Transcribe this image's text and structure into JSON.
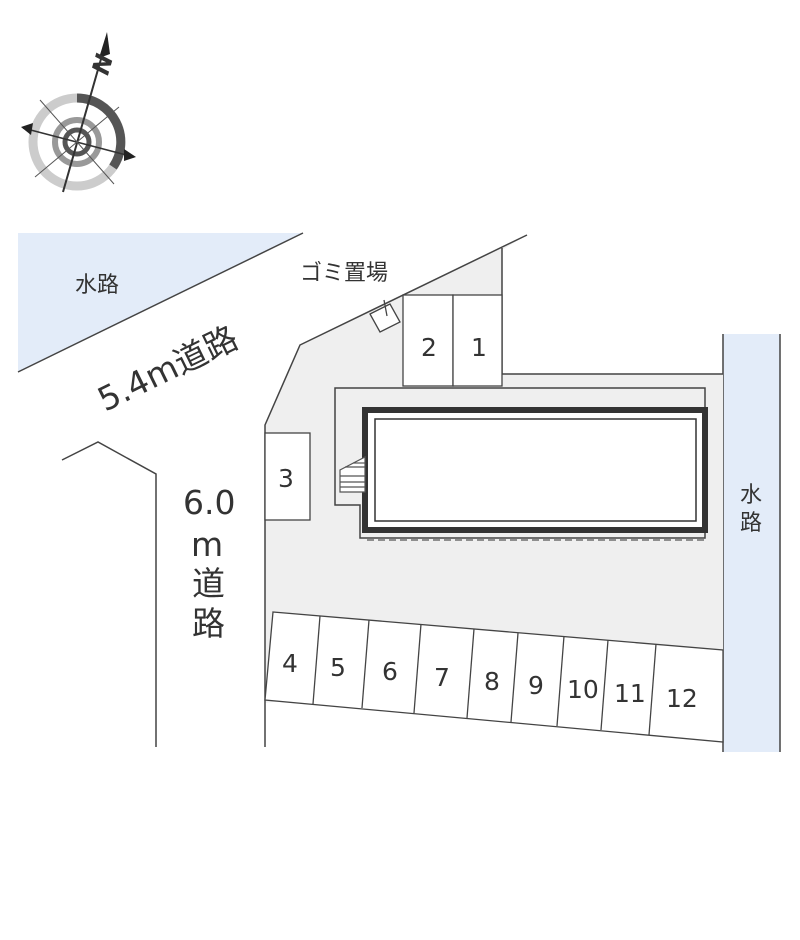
{
  "map": {
    "north_label": "N",
    "labels": {
      "water_left": "水路",
      "water_right_line1": "水",
      "water_right_line2": "路",
      "road_diagonal": "5.4m道路",
      "road_vertical_line1": "6.0",
      "road_vertical_line2": "m",
      "road_vertical_line3": "道",
      "road_vertical_line4": "路",
      "garbage": "ゴミ置場"
    },
    "lots": [
      "1",
      "2",
      "3",
      "4",
      "5",
      "6",
      "7",
      "8",
      "9",
      "10",
      "11",
      "12"
    ],
    "colors": {
      "water": "#e3ecf9",
      "lot_area": "#efefef",
      "line": "#444444",
      "building_outline": "#333333"
    }
  }
}
